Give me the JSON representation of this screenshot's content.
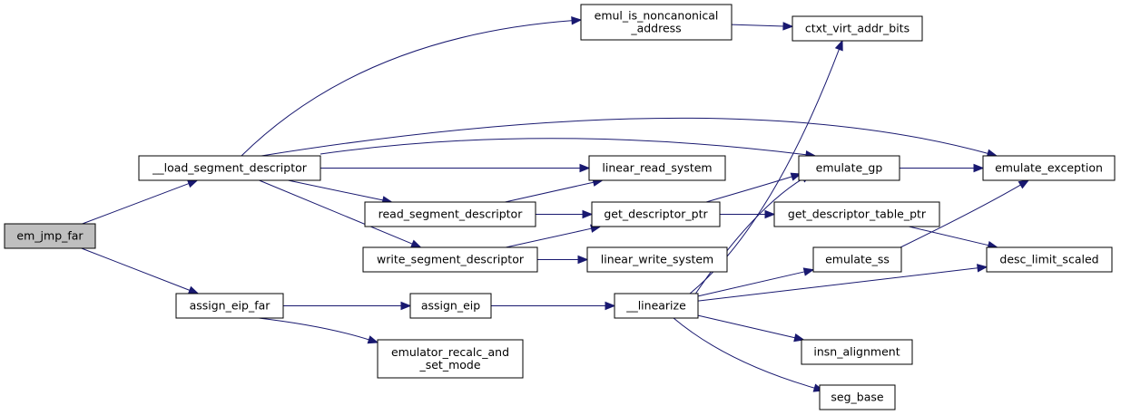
{
  "graph": {
    "root": "em_jmp_far",
    "edge_color": "#191970",
    "root_fill": "#bfbfbf",
    "nodes": {
      "em_jmp_far": [
        "em_jmp_far"
      ],
      "load_segment_descriptor": [
        "__load_segment_descriptor"
      ],
      "assign_eip_far": [
        "assign_eip_far"
      ],
      "emul_is_noncanonical_address": [
        "emul_is_noncanonical",
        "_address"
      ],
      "read_segment_descriptor": [
        "read_segment_descriptor"
      ],
      "write_segment_descriptor": [
        "write_segment_descriptor"
      ],
      "assign_eip": [
        "assign_eip"
      ],
      "emulator_recalc_and_set_mode": [
        "emulator_recalc_and",
        "_set_mode"
      ],
      "linear_read_system": [
        "linear_read_system"
      ],
      "get_descriptor_ptr": [
        "get_descriptor_ptr"
      ],
      "linear_write_system": [
        "linear_write_system"
      ],
      "linearize": [
        "__linearize"
      ],
      "ctxt_virt_addr_bits": [
        "ctxt_virt_addr_bits"
      ],
      "emulate_gp": [
        "emulate_gp"
      ],
      "get_descriptor_table_ptr": [
        "get_descriptor_table_ptr"
      ],
      "emulate_ss": [
        "emulate_ss"
      ],
      "insn_alignment": [
        "insn_alignment"
      ],
      "seg_base": [
        "seg_base"
      ],
      "emulate_exception": [
        "emulate_exception"
      ],
      "desc_limit_scaled": [
        "desc_limit_scaled"
      ]
    },
    "edges": [
      [
        "em_jmp_far",
        "load_segment_descriptor"
      ],
      [
        "em_jmp_far",
        "assign_eip_far"
      ],
      [
        "load_segment_descriptor",
        "emul_is_noncanonical_address"
      ],
      [
        "load_segment_descriptor",
        "emulate_exception"
      ],
      [
        "load_segment_descriptor",
        "emulate_gp"
      ],
      [
        "load_segment_descriptor",
        "linear_read_system"
      ],
      [
        "load_segment_descriptor",
        "read_segment_descriptor"
      ],
      [
        "load_segment_descriptor",
        "write_segment_descriptor"
      ],
      [
        "emul_is_noncanonical_address",
        "ctxt_virt_addr_bits"
      ],
      [
        "read_segment_descriptor",
        "linear_read_system"
      ],
      [
        "read_segment_descriptor",
        "get_descriptor_ptr"
      ],
      [
        "write_segment_descriptor",
        "get_descriptor_ptr"
      ],
      [
        "write_segment_descriptor",
        "linear_write_system"
      ],
      [
        "get_descriptor_ptr",
        "emulate_gp"
      ],
      [
        "get_descriptor_ptr",
        "get_descriptor_table_ptr"
      ],
      [
        "get_descriptor_table_ptr",
        "desc_limit_scaled"
      ],
      [
        "emulate_gp",
        "emulate_exception"
      ],
      [
        "emulate_ss",
        "emulate_exception"
      ],
      [
        "assign_eip_far",
        "assign_eip"
      ],
      [
        "assign_eip_far",
        "emulator_recalc_and_set_mode"
      ],
      [
        "assign_eip",
        "linearize"
      ],
      [
        "linearize",
        "ctxt_virt_addr_bits"
      ],
      [
        "linearize",
        "emulate_gp"
      ],
      [
        "linearize",
        "emulate_ss"
      ],
      [
        "linearize",
        "desc_limit_scaled"
      ],
      [
        "linearize",
        "insn_alignment"
      ],
      [
        "linearize",
        "seg_base"
      ]
    ]
  }
}
